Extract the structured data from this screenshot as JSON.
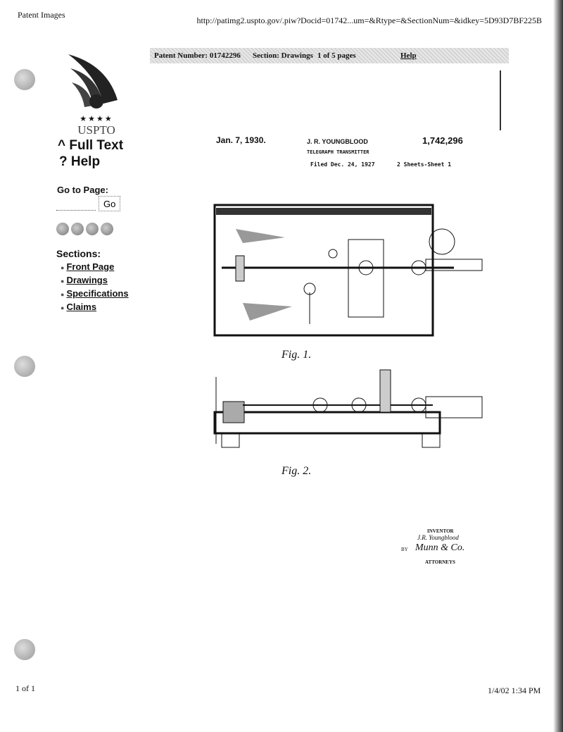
{
  "print_header": {
    "title": "Patent Images",
    "url": "http://patimg2.uspto.gov/.piw?Docid=01742...um=&Rtype=&SectionNum=&idkey=5D93D7BF225B"
  },
  "logo": {
    "text": "USPTO"
  },
  "nav": {
    "full_text": "Full Text",
    "help": "Help",
    "goto_label": "Go to Page:",
    "goto_value": "",
    "go_button": "Go"
  },
  "sections": {
    "title": "Sections:",
    "items": [
      "Front Page",
      "Drawings",
      "Specifications",
      "Claims"
    ]
  },
  "toolbar": {
    "patent_number": "Patent Number: 01742296",
    "section": "Section: Drawings",
    "pages": "1 of 5 pages",
    "help": "Help"
  },
  "patent": {
    "date": "Jan. 7, 1930.",
    "inventor": "J. R. YOUNGBLOOD",
    "number": "1,742,296",
    "title": "TELEGRAPH TRANSMITTER",
    "filed": "Filed Dec. 24, 1927",
    "sheets": "2 Sheets-Sheet 1",
    "fig1": "Fig. 1.",
    "fig2": "Fig. 2.",
    "inventor_label": "INVENTOR",
    "inventor_sig": "J.R. Youngblood",
    "by": "BY",
    "attorney_sig": "Munn & Co.",
    "attorneys": "ATTORNEYS"
  },
  "print_footer": {
    "page": "1 of 1",
    "datetime": "1/4/02 1:34 PM"
  }
}
